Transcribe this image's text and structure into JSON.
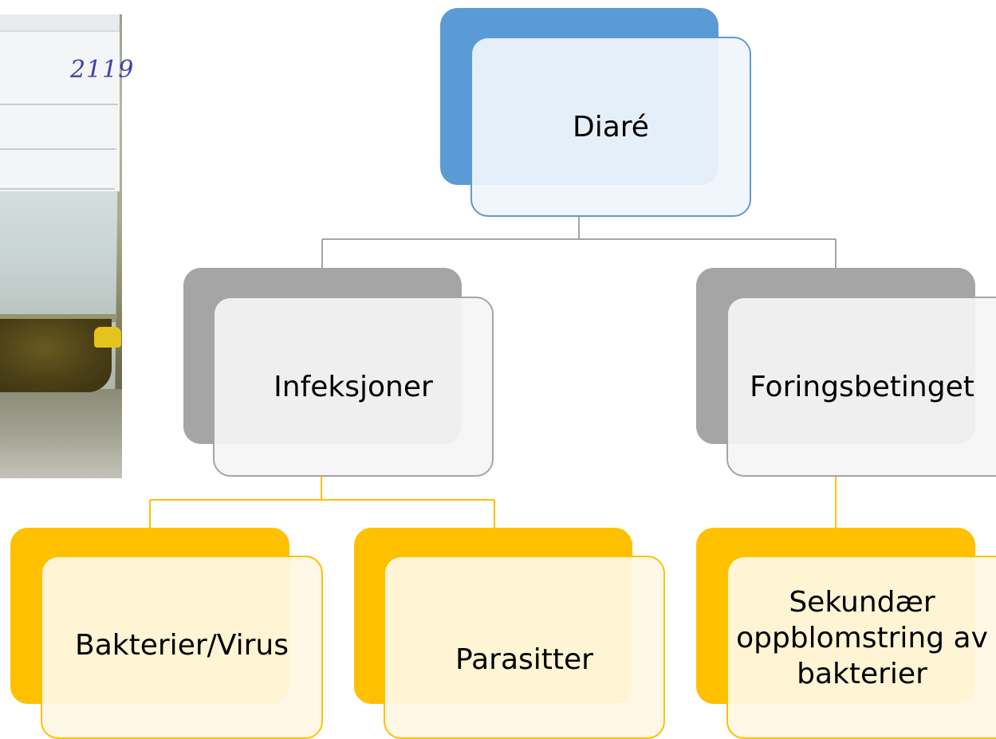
{
  "diagram": {
    "photo": {
      "handwritten_label": "2119"
    },
    "root": {
      "label": "Diaré"
    },
    "level1": [
      {
        "label": "Infeksjoner"
      },
      {
        "label": "Foringsbetinget"
      }
    ],
    "level2": [
      {
        "label": "Bakterier/Virus"
      },
      {
        "label": "Parasitter"
      },
      {
        "label": "Sekundær oppblomstring av bakterier"
      }
    ],
    "colors": {
      "root": "#5b9bd5",
      "level1": "#a5a5a5",
      "level2": "#ffc000",
      "connector_gray": "#a5a5a5",
      "connector_gold": "#ffc000"
    }
  }
}
